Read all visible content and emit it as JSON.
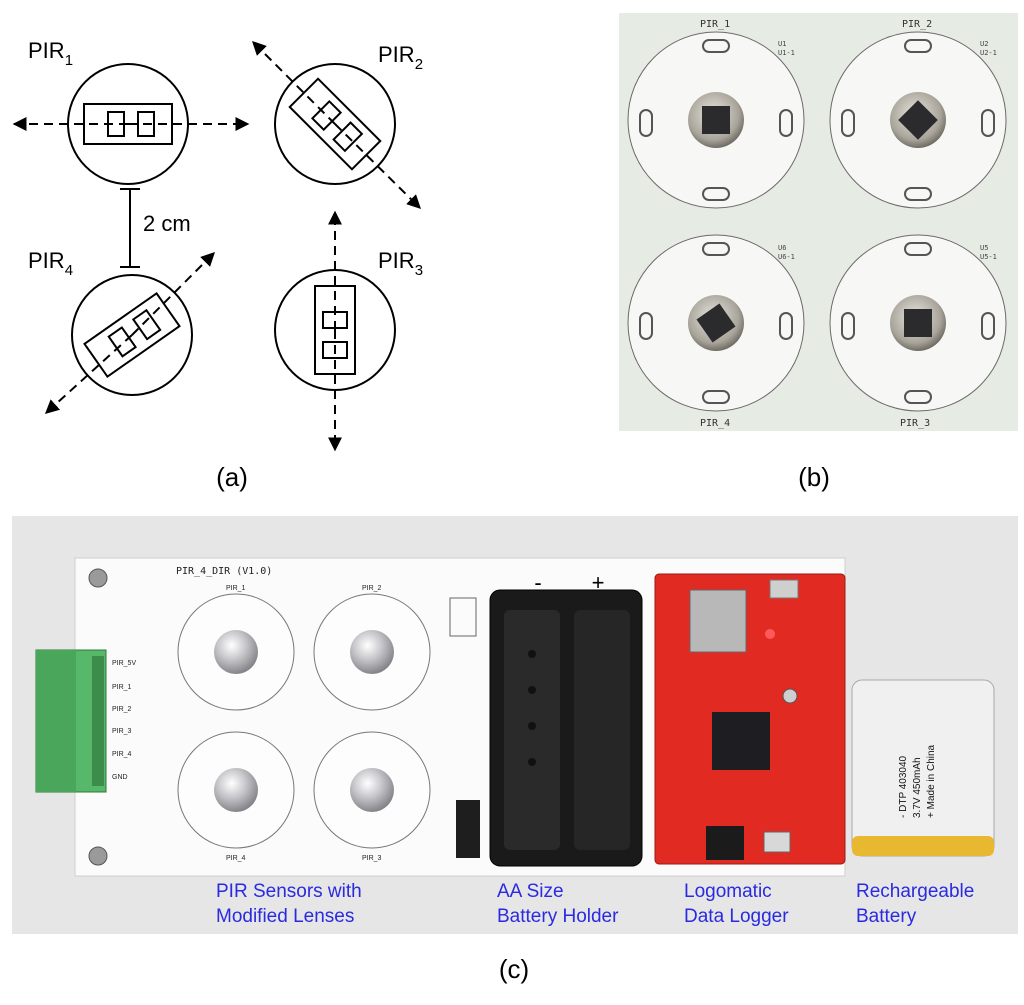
{
  "panel_a": {
    "caption": "(a)",
    "sensors": [
      {
        "base": "PIR",
        "sub": "1"
      },
      {
        "base": "PIR",
        "sub": "2"
      },
      {
        "base": "PIR",
        "sub": "3"
      },
      {
        "base": "PIR",
        "sub": "4"
      }
    ],
    "spacing_label": "2 cm"
  },
  "panel_b": {
    "caption": "(b)",
    "sensor_labels": [
      "PIR_1",
      "PIR_2",
      "PIR_4",
      "PIR_3"
    ],
    "part_labels": [
      "U1\nU1-1",
      "U2\nU2-1",
      "U6\nU6-1",
      "U5\nU5-1"
    ]
  },
  "panel_c": {
    "caption": "(c)",
    "board_title": "PIR_4_DIR (V1.0)",
    "pin_labels": [
      "PIR_5V",
      "PIR_1",
      "PIR_2",
      "PIR_3",
      "PIR_4",
      "GND"
    ],
    "sensor_labels": [
      "PIR_1",
      "PIR_2",
      "PIR_4",
      "PIR_3"
    ],
    "battery_polarity": [
      "-",
      "+"
    ],
    "battery_label": [
      "- DTP 403040",
      "3.7V 450mAh",
      "+ Made in China"
    ],
    "annotations": [
      {
        "line1": "PIR Sensors with",
        "line2": "Modified Lenses"
      },
      {
        "line1": "AA Size",
        "line2": "Battery Holder"
      },
      {
        "line1": "Logomatic",
        "line2": "Data Logger"
      },
      {
        "line1": "Rechargeable",
        "line2": "Battery"
      }
    ],
    "annotation_color": "#2a2ae0",
    "pcb_color": "#e02a22"
  }
}
